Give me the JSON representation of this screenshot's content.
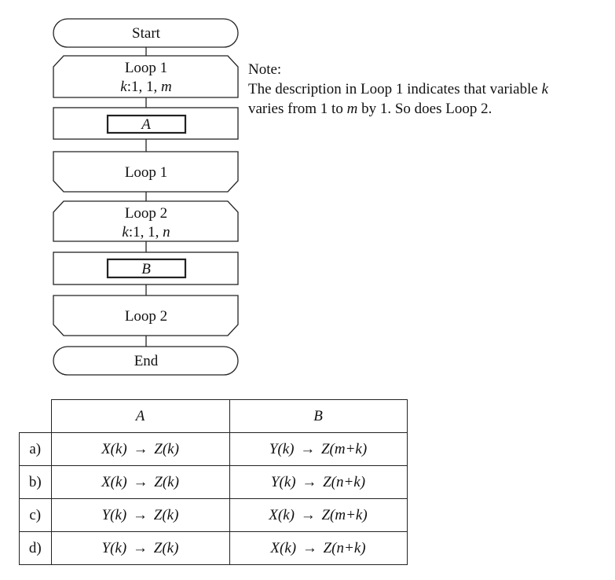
{
  "flowchart": {
    "start": "Start",
    "loop1_open": {
      "line1": "Loop 1",
      "line2_var": "k",
      "line2_rest": ":1, 1, ",
      "line2_limit": "m"
    },
    "process_a": "A",
    "loop1_close": "Loop 1",
    "loop2_open": {
      "line1": "Loop 2",
      "line2_var": "k",
      "line2_rest": ":1, 1, ",
      "line2_limit": "n"
    },
    "process_b": "B",
    "loop2_close": "Loop 2",
    "end": "End"
  },
  "note": {
    "heading": "Note:",
    "text_1": "The description in Loop 1 indicates that variable ",
    "var_k": "k",
    "text_2": "varies from 1 to ",
    "var_m": "m",
    "text_3": " by 1. So does Loop 2."
  },
  "table": {
    "headers": [
      "",
      "A",
      "B"
    ],
    "rows": [
      {
        "label": "a)",
        "a": "X(k) → Z(k)",
        "b": "Y(k) → Z(m+k)"
      },
      {
        "label": "b)",
        "a": "X(k) → Z(k)",
        "b": "Y(k) → Z(n+k)"
      },
      {
        "label": "c)",
        "a": "Y(k) → Z(k)",
        "b": "X(k) → Z(m+k)"
      },
      {
        "label": "d)",
        "a": "Y(k) → Z(k)",
        "b": "X(k) → Z(n+k)"
      }
    ]
  }
}
